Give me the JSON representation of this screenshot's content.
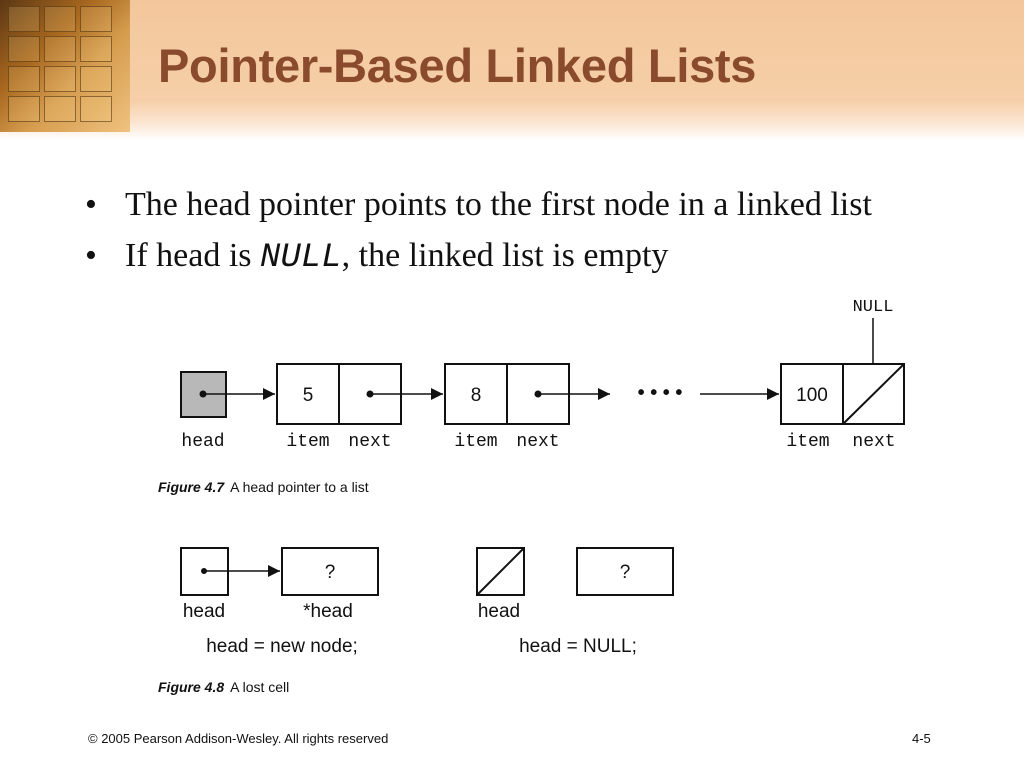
{
  "slide": {
    "title": "Pointer-Based Linked Lists",
    "bullets": [
      {
        "before": "The head pointer points to the first node in a linked list",
        "code": "",
        "after": ""
      },
      {
        "before": "If head is ",
        "code": "NULL",
        "after": ", the linked list is empty"
      }
    ],
    "bullet_glyph": "•"
  },
  "figure_4_7": {
    "null_label": "NULL",
    "head_label": "head",
    "nodes": [
      {
        "item": "5",
        "item_label": "item",
        "next_label": "next"
      },
      {
        "item": "8",
        "item_label": "item",
        "next_label": "next"
      },
      {
        "item": "100",
        "item_label": "item",
        "next_label": "next"
      }
    ],
    "ellipsis": "• • • •",
    "caption_number": "Figure 4.7",
    "caption_text": "A head pointer to a list"
  },
  "figure_4_8": {
    "left": {
      "head_label": "head",
      "cell_value": "?",
      "cell_label": "*head",
      "statement": "head = new node;"
    },
    "right": {
      "head_label": "head",
      "cell_value": "?",
      "statement": "head = NULL;"
    },
    "caption_number": "Figure 4.8",
    "caption_text": "A lost cell"
  },
  "footer": {
    "copyright": "© 2005 Pearson Addison-Wesley. All rights reserved",
    "page_number": "4-5"
  },
  "colors": {
    "banner": "#f3c79b",
    "title": "#8a4a2c",
    "head_fill": "#b8b8b8"
  }
}
